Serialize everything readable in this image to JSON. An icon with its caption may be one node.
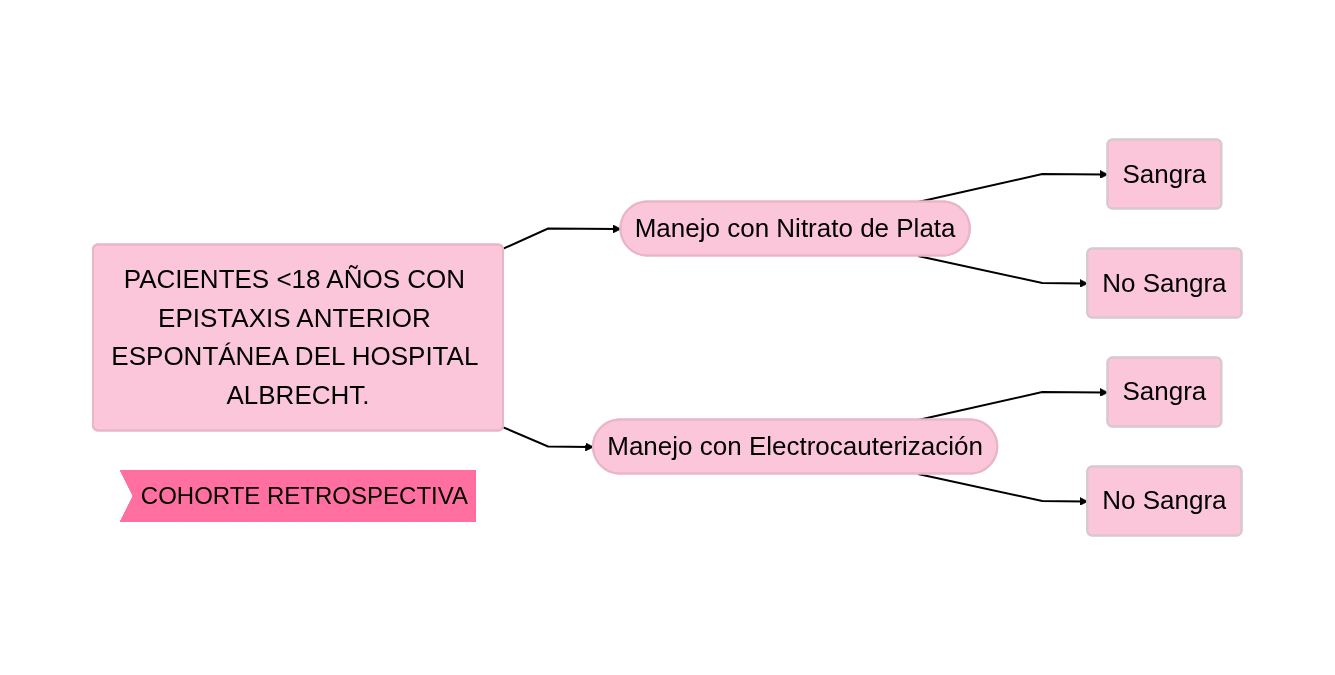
{
  "diagram": {
    "nodes": [
      {
        "text": [
          "PACIENTES <18 AÑOS CON EPISTAXIS ANTERIOR ESPONTÁNEA DEL HOSPITAL ALBRECHT."
        ]
      },
      {
        "text": [
          "Manejo con Nitrato de Plata"
        ]
      },
      {
        "text": [
          "Manejo con Electrocauterización"
        ]
      },
      {
        "text": [
          "Sangra"
        ]
      },
      {
        "text": [
          "No Sangra"
        ]
      },
      {
        "text": [
          "Sangra"
        ]
      },
      {
        "text": [
          "No Sangra"
        ]
      },
      {
        "text": [
          "COHORTE RETROSPECTIVA"
        ]
      }
    ],
    "edges": [
      {
        "from": 0,
        "to": 1,
        "arrow": "to"
      },
      {
        "from": 0,
        "to": 2,
        "arrow": "to"
      },
      {
        "from": 1,
        "to": 3,
        "arrow": "to"
      },
      {
        "from": 1,
        "to": 4,
        "arrow": "to"
      },
      {
        "from": 2,
        "to": 5,
        "arrow": "to"
      },
      {
        "from": 2,
        "to": 6,
        "arrow": "to"
      }
    ]
  }
}
